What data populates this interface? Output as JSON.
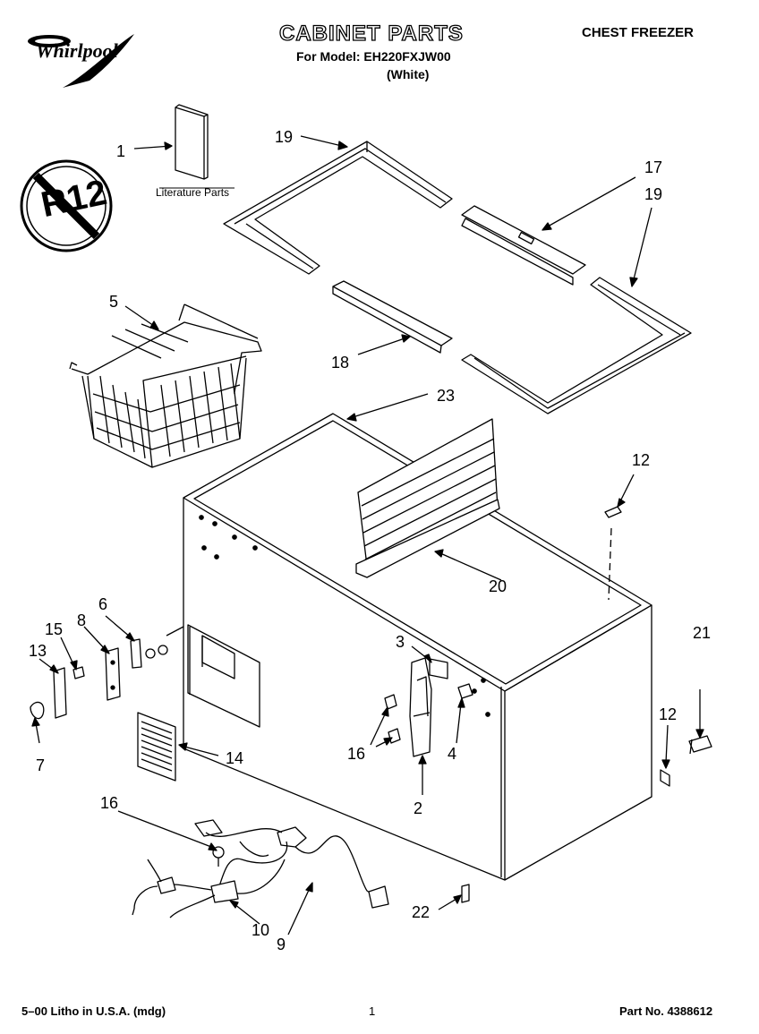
{
  "brand": "Whirlpool",
  "title": "CABINET PARTS",
  "subtitle": "For Model: EH220FXJW00",
  "color_note": "(White)",
  "product_type": "CHEST FREEZER",
  "badge_text": "R12",
  "literature_label": "Literature Parts",
  "callouts": {
    "c1": "1",
    "c2": "2",
    "c3": "3",
    "c4": "4",
    "c5": "5",
    "c6": "6",
    "c7": "7",
    "c8": "8",
    "c9": "9",
    "c10": "10",
    "c12a": "12",
    "c12b": "12",
    "c13": "13",
    "c14": "14",
    "c15": "15",
    "c16a": "16",
    "c16b": "16",
    "c17": "17",
    "c18": "18",
    "c19a": "19",
    "c19b": "19",
    "c20": "20",
    "c21": "21",
    "c22": "22",
    "c23": "23"
  },
  "footer": {
    "left": "5–00 Litho in U.S.A. (mdg)",
    "page": "1",
    "part_no": "Part No. 4388612"
  }
}
